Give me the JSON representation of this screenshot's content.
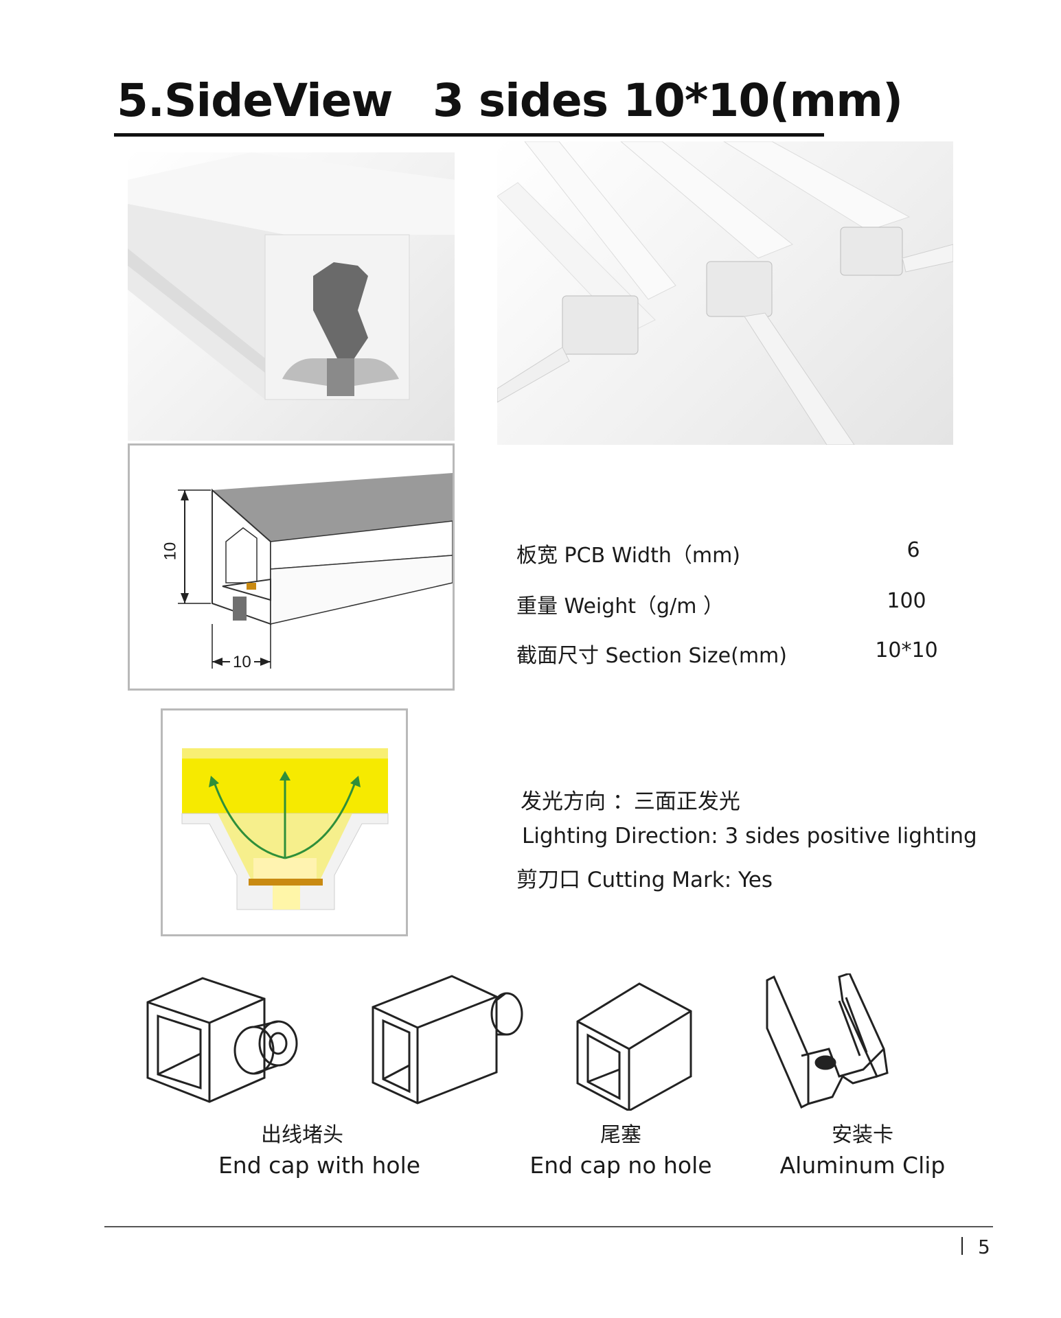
{
  "header": {
    "title": "5.SideView",
    "subtitle": "3 sides 10*10(mm)"
  },
  "drawing": {
    "height_dim": "10",
    "width_dim": "10"
  },
  "specs": [
    {
      "label": "板宽 PCB Width（mm)",
      "value": "6"
    },
    {
      "label": "重量 Weight（g/m ）",
      "value": "100"
    },
    {
      "label": "截面尺寸 Section Size(mm)",
      "value": "10*10"
    }
  ],
  "lighting": {
    "cn": "发光方向 ：三面正发光",
    "en": "Lighting Direction: 3 sides positive lighting",
    "cutting": "剪刀口 Cutting Mark: Yes"
  },
  "accessories": [
    {
      "cn": "出线堵头",
      "en": "End cap with hole",
      "icon": "end-cap-with-hole-icon"
    },
    {
      "cn": "尾塞",
      "en": "End cap no hole",
      "icon": "end-cap-no-hole-icon"
    },
    {
      "cn": "安装卡",
      "en": "Aluminum Clip",
      "icon": "aluminum-clip-icon"
    }
  ],
  "footer": {
    "page": "5"
  },
  "colors": {
    "glow": "#f3e100",
    "arrow": "#2f8f3a",
    "led": "#c98a12"
  }
}
